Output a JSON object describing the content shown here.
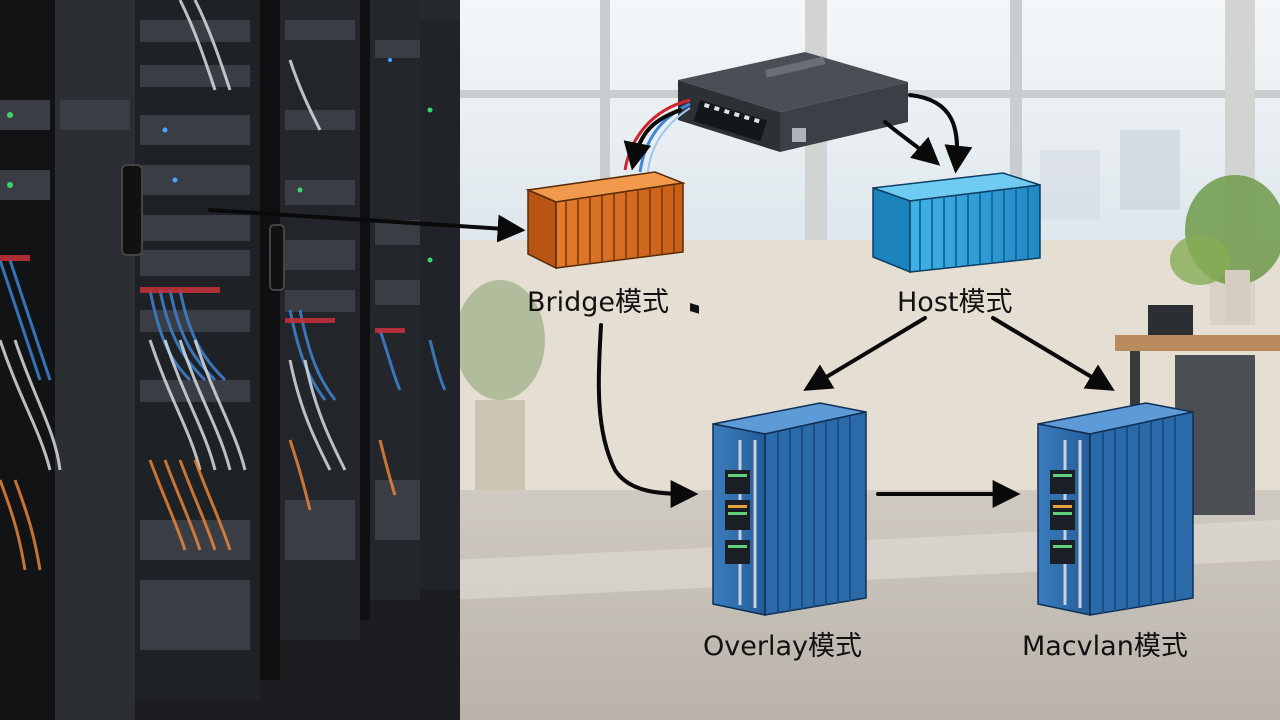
{
  "diagram": {
    "nodes": {
      "bridge": {
        "label": "Bridge模式",
        "color": "#e0772a"
      },
      "host": {
        "label": "Host模式",
        "color": "#2aa3dc"
      },
      "overlay": {
        "label": "Overlay模式",
        "color": "#2d6fb0"
      },
      "macvlan": {
        "label": "Macvlan模式",
        "color": "#2d6fb0"
      }
    },
    "edges": [
      {
        "from": "server-rack",
        "to": "bridge"
      },
      {
        "from": "switch",
        "to": "bridge"
      },
      {
        "from": "switch",
        "to": "host"
      },
      {
        "from": "bridge",
        "to": "overlay"
      },
      {
        "from": "host",
        "to": "overlay"
      },
      {
        "from": "host",
        "to": "macvlan"
      },
      {
        "from": "overlay",
        "to": "macvlan"
      }
    ]
  }
}
